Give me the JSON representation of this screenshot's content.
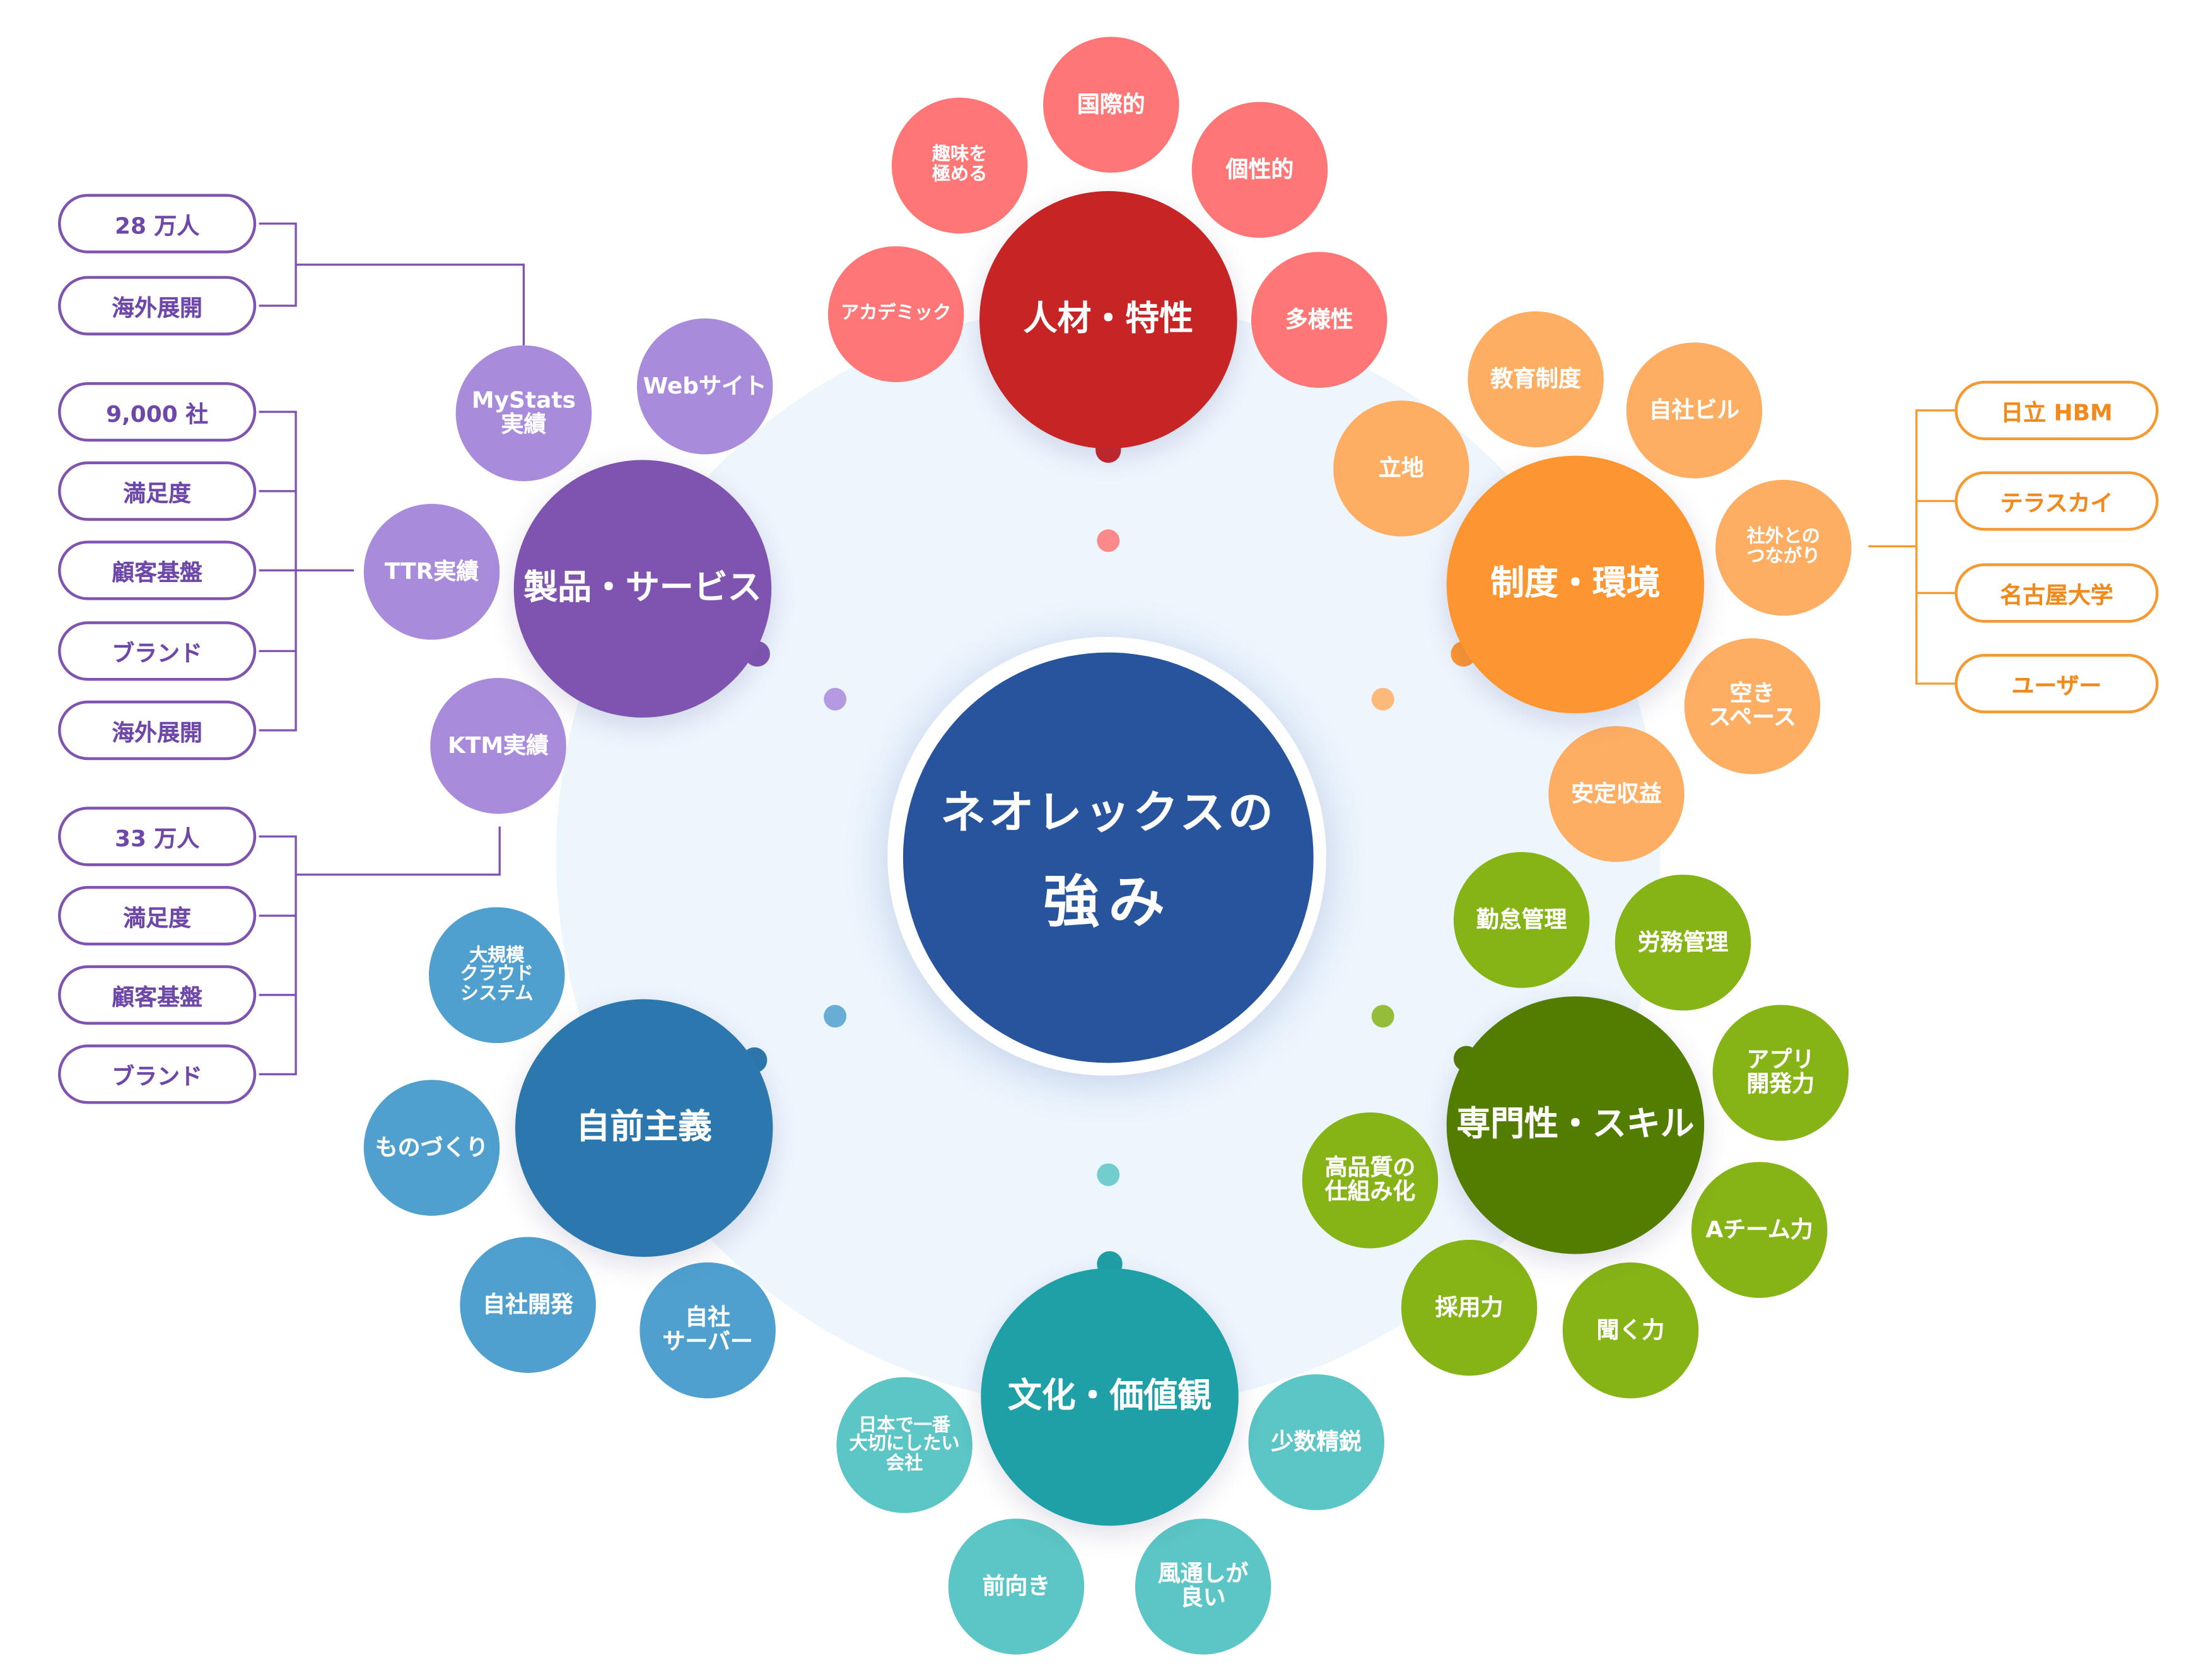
{
  "center": {
    "line1": "ネオレックスの",
    "line2": "強み"
  },
  "clusters": [
    {
      "id": "talent",
      "title": "人材・特性",
      "main_color": "#c72426",
      "sat_color": "#fe7776",
      "items": [
        "国際的",
        "趣味を\n極める",
        "個性的",
        "アカデミック",
        "多様性"
      ]
    },
    {
      "id": "system",
      "title": "制度・環境",
      "main_color": "#fd9631",
      "sat_color": "#feae62",
      "items": [
        "教育制度",
        "自社ビル",
        "立地",
        "社外との\nつながり",
        "空き\nスペース",
        "安定収益"
      ]
    },
    {
      "id": "skill",
      "title": "専門性・スキル",
      "main_color": "#527d00",
      "sat_color": "#86b316",
      "items": [
        "勤怠管理",
        "労務管理",
        "アプリ\n開発力",
        "高品質の\n仕組み化",
        "Aチーム力",
        "採用力",
        "聞く力"
      ]
    },
    {
      "id": "culture",
      "title": "文化・価値観",
      "main_color": "#1f9fa6",
      "sat_color": "#5cc5c5",
      "items": [
        "日本で一番\n大切にしたい\n会社",
        "少数精鋭",
        "前向き",
        "風通しが\n良い"
      ]
    },
    {
      "id": "inhouse",
      "title": "自前主義",
      "main_color": "#2c77ad",
      "sat_color": "#4fa0cf",
      "items": [
        "大規模\nクラウド\nシステム",
        "ものづくり",
        "自社開発",
        "自社\nサーバー"
      ]
    },
    {
      "id": "product",
      "title": "製品・サービス",
      "main_color": "#7f54b0",
      "sat_color": "#a98bdc",
      "items": [
        "MyStats\n実績",
        "Webサイト",
        "TTR実績",
        "KTM実績"
      ]
    }
  ],
  "left_pills": {
    "mystats": [
      "28 万人",
      "海外展開"
    ],
    "ttr": [
      "9,000 社",
      "満足度",
      "顧客基盤",
      "ブランド",
      "海外展開"
    ],
    "ktm": [
      "33 万人",
      "満足度",
      "顧客基盤",
      "ブランド"
    ]
  },
  "right_pills": [
    "日立 HBM",
    "テラスカイ",
    "名古屋大学",
    "ユーザー"
  ],
  "colors": {
    "background_circle": "#edf5fd",
    "center": "#27549d",
    "left_line": "#7f54b0",
    "right_line": "#f39a33"
  }
}
